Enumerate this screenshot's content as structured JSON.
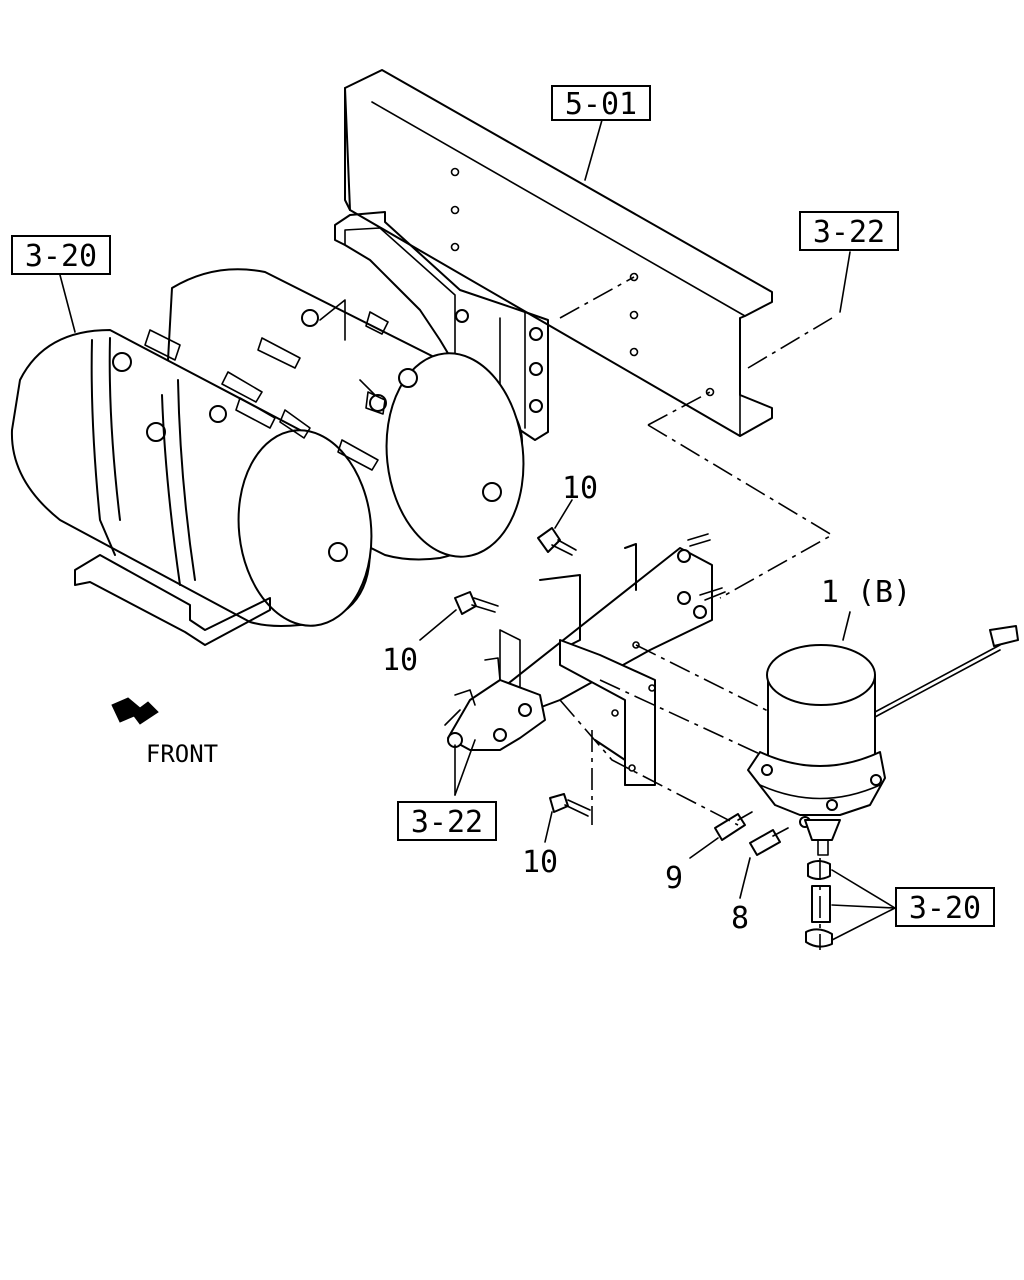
{
  "labels": {
    "ref_5_01": "5-01",
    "ref_3_22_top": "3-22",
    "ref_3_20_left": "3-20",
    "ref_3_22_bottom": "3-22",
    "ref_3_20_right": "3-20",
    "part_10_a": "10",
    "part_10_b": "10",
    "part_10_c": "10",
    "part_1b": "1 (B)",
    "part_9": "9",
    "part_8": "8",
    "front": "FRONT"
  },
  "icons": {
    "front_arrow": "front-direction-arrow"
  },
  "colors": {
    "line": "#000000",
    "background": "#ffffff"
  }
}
